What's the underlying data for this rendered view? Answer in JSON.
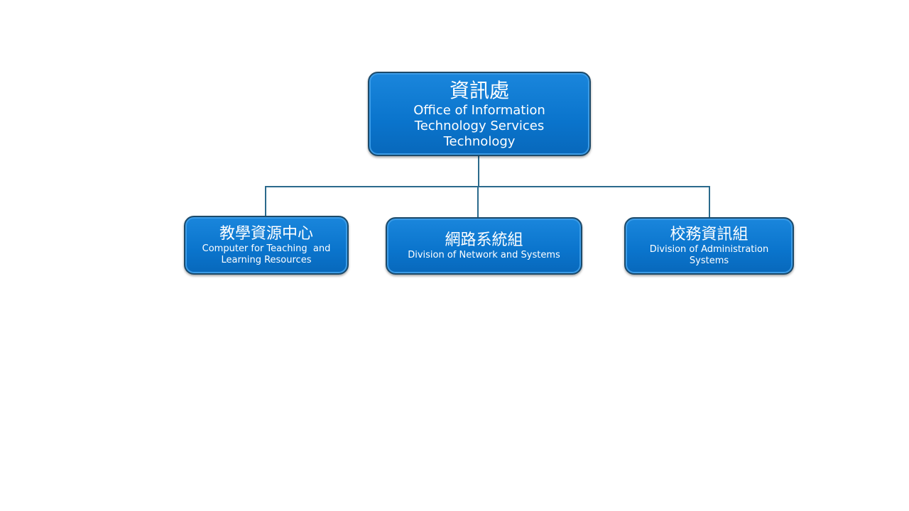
{
  "root": {
    "zh": "資訊處",
    "en": [
      "Office of Information",
      "Technology Services",
      "Technology"
    ]
  },
  "children": [
    {
      "zh": "教學資源中心",
      "en": [
        "Computer for Teaching  and",
        "Learning Resources"
      ]
    },
    {
      "zh": "網路系統組",
      "en": [
        "Division of Network and Systems"
      ]
    },
    {
      "zh": "校務資訊組",
      "en": [
        "Division of Administration",
        "Systems"
      ]
    }
  ],
  "colors": {
    "box_fill": "#0a78d0",
    "box_border": "#1c4a6a",
    "connector": "#2b6a8c"
  }
}
